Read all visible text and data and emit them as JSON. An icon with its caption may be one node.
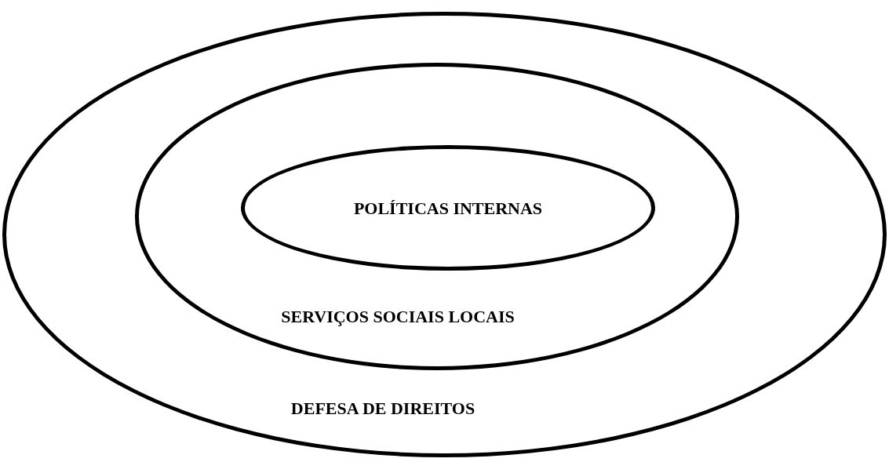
{
  "diagram": {
    "nodes": [
      {
        "text": [
          "DEFESA DE DIREITOS"
        ]
      },
      {
        "text": [
          "SERVIÇOS SOCIAIS LOCAIS"
        ],
        "in": 0
      },
      {
        "text": [
          "POLÍTICAS INTERNAS"
        ],
        "in": 1
      }
    ]
  }
}
